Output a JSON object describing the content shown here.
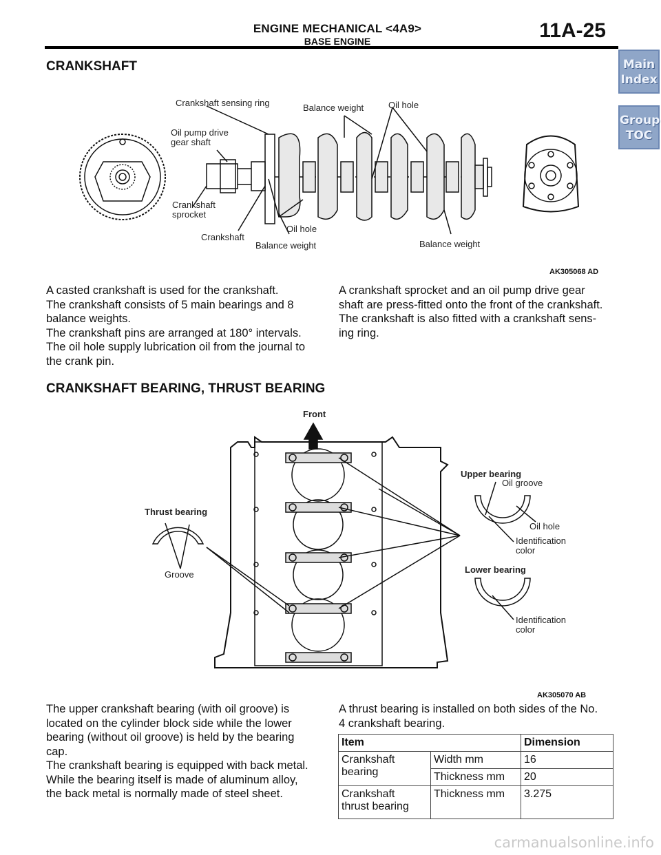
{
  "header": {
    "title": "ENGINE MECHANICAL <4A9>",
    "subtitle": "BASE ENGINE",
    "page_number": "11A-25"
  },
  "nav": {
    "main_index": "Main\nIndex",
    "group_toc": "Group\nTOC"
  },
  "section1": {
    "heading": "CRANKSHAFT",
    "figure": {
      "labels": {
        "sensing_ring": "Crankshaft sensing ring",
        "balance_weight_top": "Balance weight",
        "oil_hole_top": "Oil hole",
        "oil_pump_drive": "Oil pump drive\ngear shaft",
        "crankshaft_sprocket": "Crankshaft\nsprocket",
        "crankshaft": "Crankshaft",
        "oil_hole_bottom": "Oil hole",
        "balance_weight_bottom_left": "Balance weight",
        "balance_weight_bottom_right": "Balance weight"
      },
      "figure_id": "AK305068 AD"
    },
    "text_left": "A casted crankshaft is used for the crankshaft.\nThe crankshaft consists of 5 main bearings and 8\nbalance weights.\nThe crankshaft pins are arranged at 180° intervals.\nThe oil hole supply lubrication oil from the journal to\nthe crank pin.",
    "text_right": "A crankshaft sprocket and an oil pump drive gear\nshaft are press-fitted onto the front of the crankshaft.\nThe crankshaft is also fitted with a crankshaft sens-\ning ring."
  },
  "section2": {
    "heading": "CRANKSHAFT BEARING, THRUST BEARING",
    "figure": {
      "labels": {
        "front": "Front",
        "upper_bearing": "Upper bearing",
        "oil_groove": "Oil groove",
        "thrust_bearing": "Thrust bearing",
        "oil_hole": "Oil hole",
        "identification_color_1": "Identification\ncolor",
        "groove": "Groove",
        "lower_bearing": "Lower bearing",
        "identification_color_2": "Identification\ncolor"
      },
      "figure_id": "AK305070 AB"
    },
    "text_left": "The upper crankshaft bearing (with oil groove) is\nlocated on the cylinder block side while the lower\nbearing (without oil groove) is held by the bearing\ncap.\nThe crankshaft bearing is equipped with back metal.\nWhile the bearing itself is made of aluminum alloy,\nthe back metal is normally made of steel sheet.",
    "text_right": "A thrust bearing is installed on both sides of the No.\n4 crankshaft bearing.",
    "table": {
      "headers": [
        "Item",
        "Dimension"
      ],
      "rows": [
        {
          "item": "Crankshaft\nbearing",
          "sub": "Width mm",
          "value": "16"
        },
        {
          "item": "",
          "sub": "Thickness mm",
          "value": "20"
        },
        {
          "item": "Crankshaft\nthrust bearing",
          "sub": "Thickness mm",
          "value": "3.275"
        }
      ]
    }
  },
  "watermark": "carmanualsonline.info"
}
